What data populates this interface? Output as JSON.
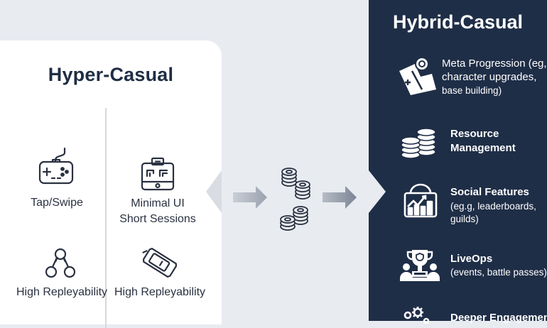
{
  "left_panel": {
    "title": "Hyper-Casual",
    "features": [
      {
        "icon": "gamepad-icon",
        "label": "Tap/Swipe"
      },
      {
        "icon": "minimal-ui-phone-icon",
        "label_line1": "Minimal UI",
        "label_line2": "Short Sessions"
      },
      {
        "icon": "network-nodes-icon",
        "label": "High Repleyability"
      },
      {
        "icon": "handheld-device-icon",
        "label": "High Repleyability"
      }
    ]
  },
  "transition": {
    "icon": "coin-stacks-icon"
  },
  "right_panel": {
    "title": "Hybrid-Casual",
    "items": [
      {
        "icon": "map-progression-icon",
        "line1": "Meta Progression (eg,",
        "line2": "character upgrades,",
        "line3": "base building)"
      },
      {
        "icon": "coins-stack-icon",
        "line1": "Resource",
        "line2": "Management"
      },
      {
        "icon": "leaderboard-chart-icon",
        "line1": "Social Features",
        "line2": "(eg.g, leaderboards,",
        "line3": "guilds)"
      },
      {
        "icon": "trophy-team-icon",
        "line1": "LiveOps",
        "line2": "(events, battle passes)"
      },
      {
        "icon": "gears-icon",
        "line1": "Deeper Engagement"
      }
    ]
  },
  "colors": {
    "background": "#e8ebf0",
    "card": "#ffffff",
    "dark_panel": "#1f2e47",
    "text_dark": "#1f2d44",
    "icon_stroke": "#2a3140"
  }
}
